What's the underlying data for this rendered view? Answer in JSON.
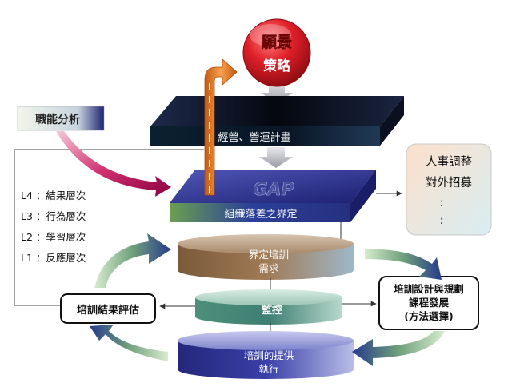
{
  "vision": {
    "line1": "願景",
    "line2": "策略"
  },
  "competency": {
    "label": "職能分析"
  },
  "business_plan": {
    "label": "經營、營運計畫"
  },
  "gap": {
    "title": "GAP",
    "label": "組織落差之界定"
  },
  "hr_actions": {
    "line1": "人事調整",
    "line2": "對外招募",
    "line3": ":",
    "line4": ":"
  },
  "levels": [
    "L4 ：結果層次",
    "L3 ：行為層次",
    "L2 ：學習層次",
    "L1 ：反應層次"
  ],
  "needs": {
    "line1": "界定培訓",
    "line2": "需求"
  },
  "monitor": {
    "label": "監控"
  },
  "delivery": {
    "line1": "培訓的提供",
    "line2": "執行"
  },
  "evaluation": {
    "label": "培訓結果評估"
  },
  "design": {
    "line1": "培訓設計與規劃",
    "line2": "課程發展",
    "line3": "(方法選擇)"
  },
  "colors": {
    "vision_red": "#e0202a",
    "business_black": "#0a0f20",
    "gap_blue": "#2a2f8a",
    "gap_green": "#4f9a4a",
    "brown_disc": "#7a5a3a",
    "teal_disc": "#4e8f7a",
    "blue_disc": "#2c2f8e",
    "orange_arrow": "#e07a20",
    "magenta_arrow": "#b01060"
  }
}
